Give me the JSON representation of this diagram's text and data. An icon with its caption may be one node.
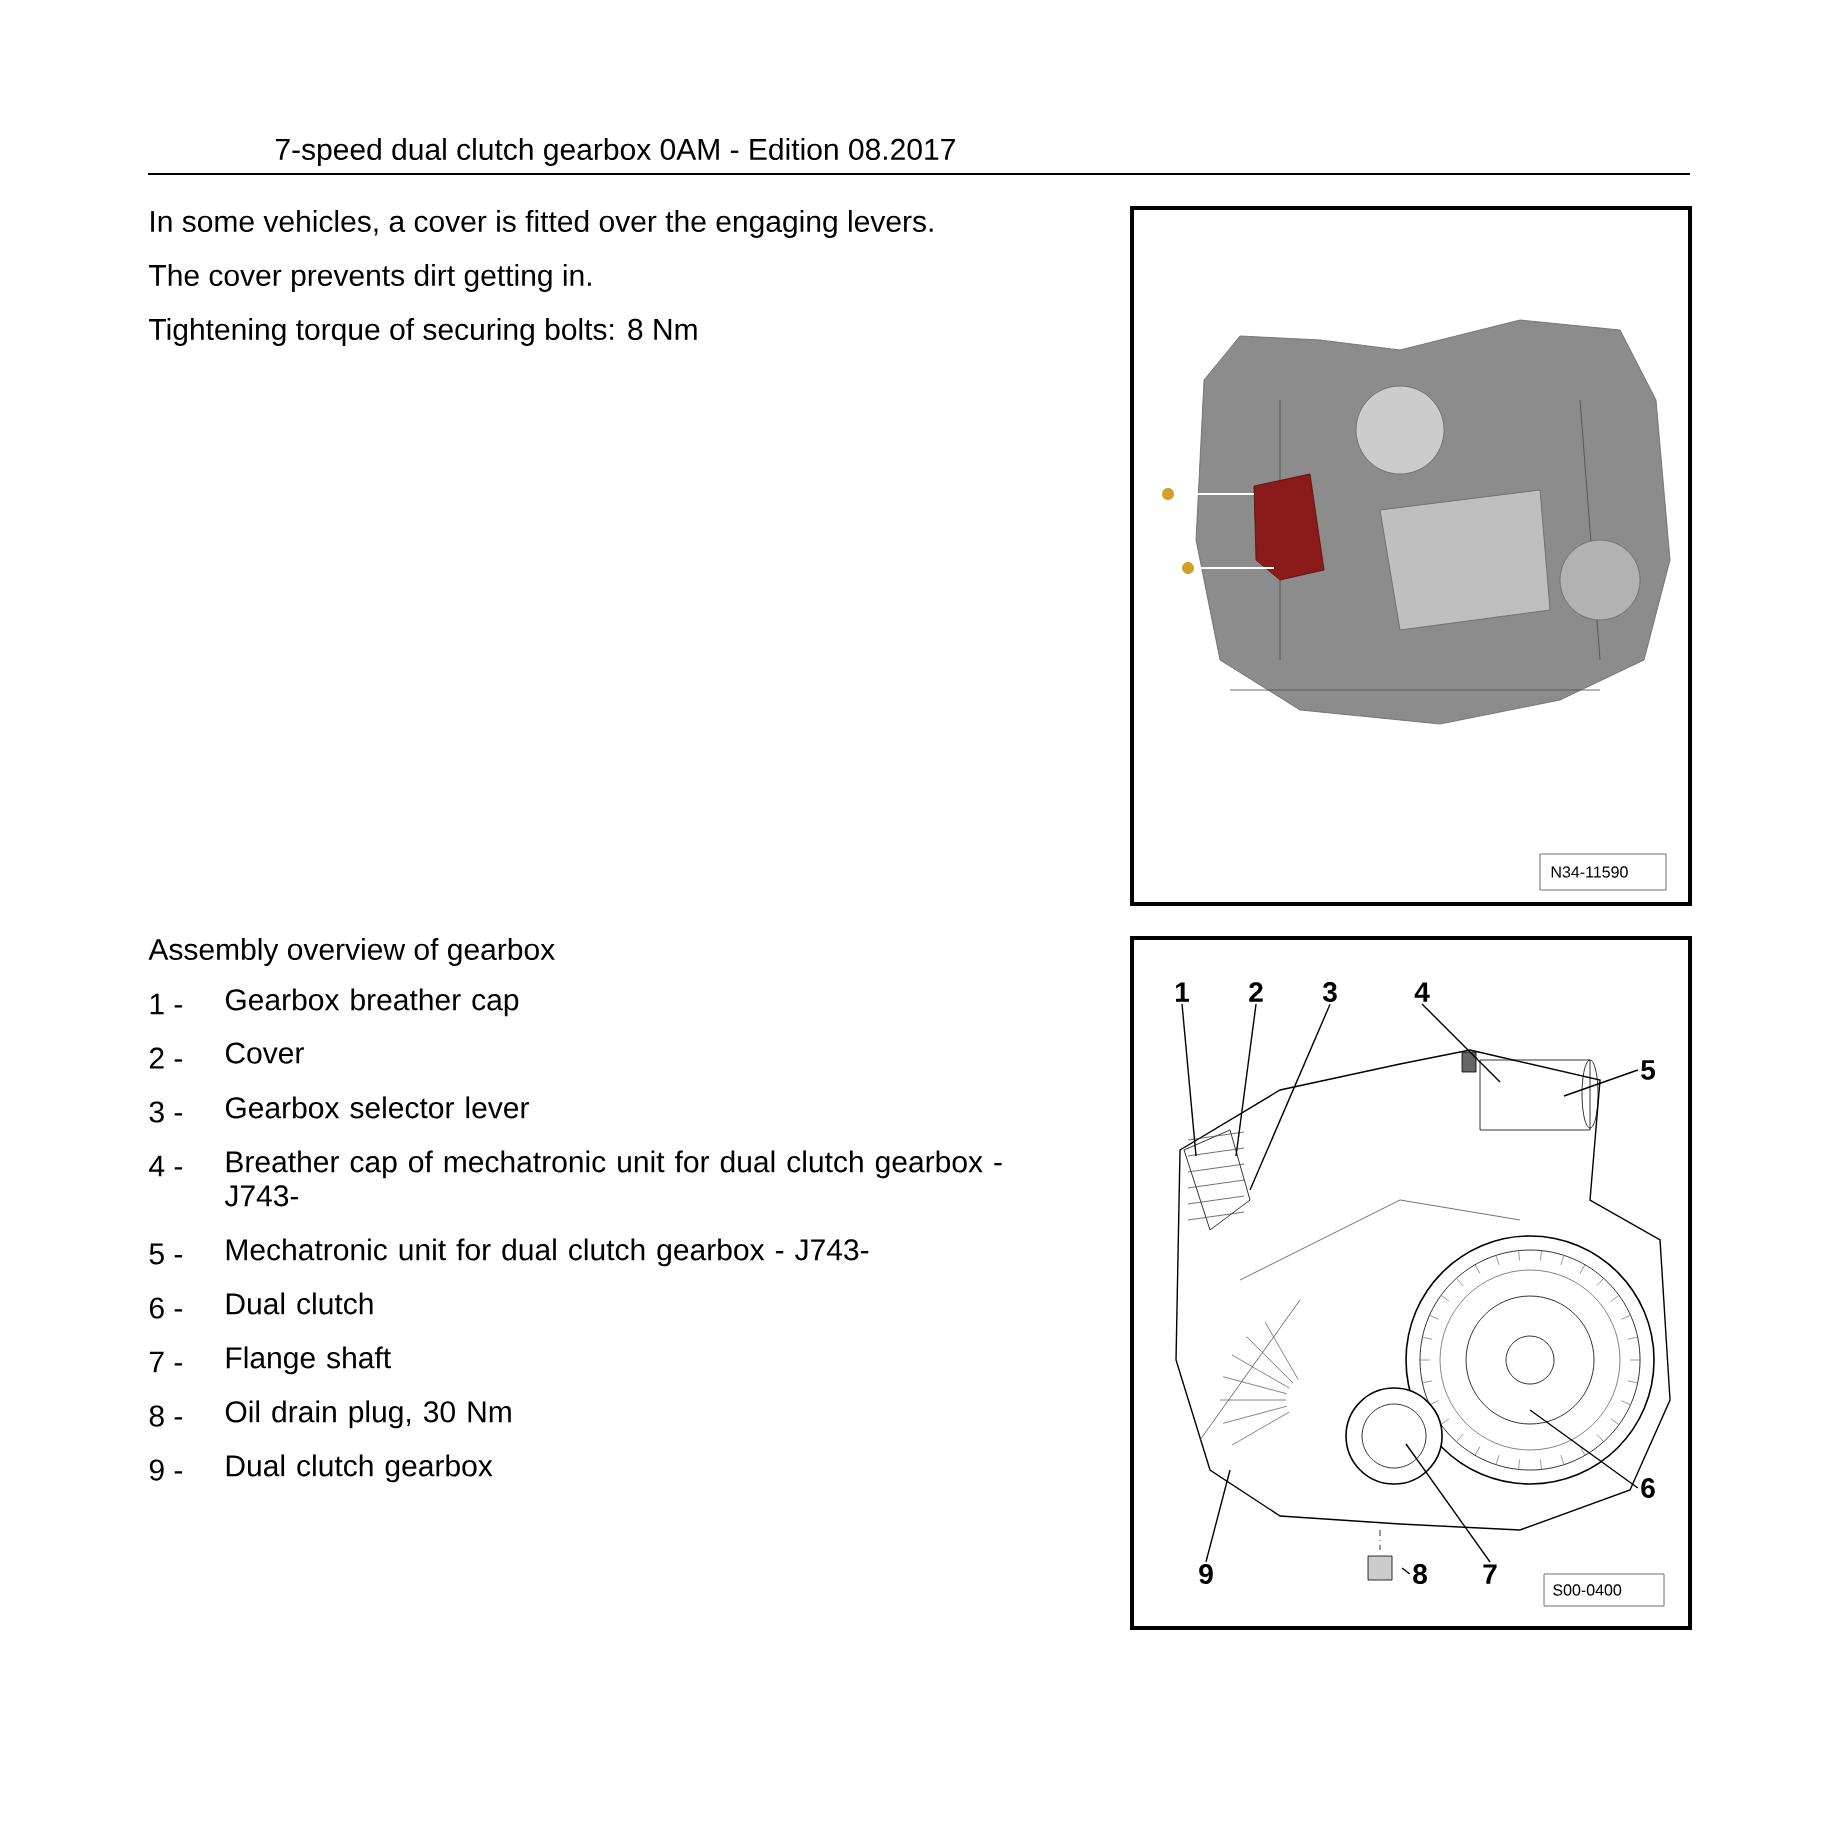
{
  "diagram": {
    "title": "7-speed dual clutch gearbox 0AM - Edition 08.2017",
    "nodes": [
      {
        "text": [
          "1"
        ]
      },
      {
        "text": [
          "2"
        ]
      },
      {
        "text": [
          "3"
        ]
      },
      {
        "text": [
          "4"
        ]
      },
      {
        "text": [
          "5"
        ]
      },
      {
        "text": [
          "6"
        ]
      },
      {
        "text": [
          "7"
        ]
      },
      {
        "text": [
          "8"
        ]
      },
      {
        "text": [
          "9"
        ]
      }
    ],
    "edges": [
      {
        "from": 0,
        "to": null,
        "arrow": "none"
      },
      {
        "from": 1,
        "to": null,
        "arrow": "none"
      },
      {
        "from": 2,
        "to": null,
        "arrow": "none"
      },
      {
        "from": 3,
        "to": null,
        "arrow": "none"
      },
      {
        "from": 4,
        "to": null,
        "arrow": "none"
      },
      {
        "from": 5,
        "to": null,
        "arrow": "none"
      },
      {
        "from": 6,
        "to": null,
        "arrow": "none"
      },
      {
        "from": 7,
        "to": null,
        "arrow": "none"
      },
      {
        "from": 8,
        "to": null,
        "arrow": "none"
      }
    ],
    "labels": [
      "In some vehicles, a cover is fitted over the engaging levers.",
      "The cover prevents dirt getting in.",
      "Tightening torque of securing bolts: 8 Nm",
      "N34-11590",
      "Assembly overview of gearbox",
      "1 -",
      "Gearbox breather cap",
      "2 -",
      "Cover",
      "3 -",
      "Gearbox selector lever",
      "4 -",
      "Breather cap of mechatronic unit for dual clutch gearbox - J743-",
      "5 -",
      "Mechatronic unit for dual clutch gearbox - J743-",
      "6 -",
      "Dual clutch",
      "7 -",
      "Flange shaft",
      "8 -",
      "Oil drain plug, 30 Nm",
      "9 -",
      "Dual clutch gearbox",
      "S00-0400"
    ]
  }
}
